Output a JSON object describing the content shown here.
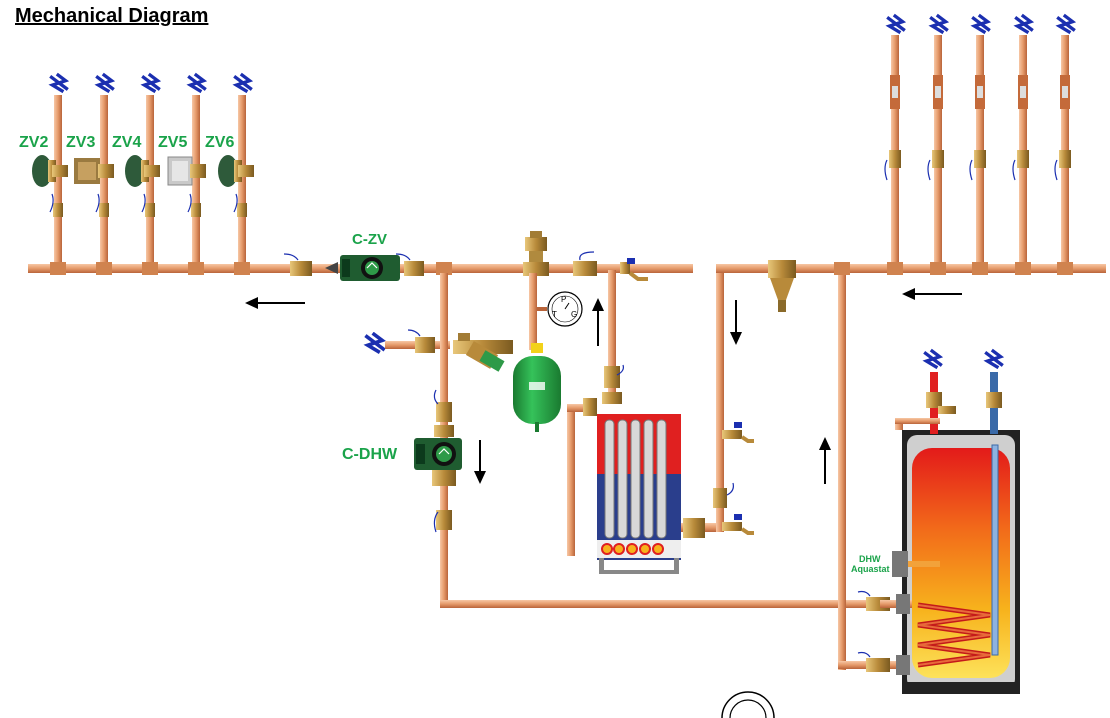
{
  "title": "Mechanical Diagram",
  "zone_valves": [
    "ZV2",
    "ZV3",
    "ZV4",
    "ZV5",
    "ZV6"
  ],
  "circulators": {
    "zone_valve": "C-ZV",
    "dhw": "C-DHW"
  },
  "aquastat": {
    "line1": "DHW",
    "line2": "Aquastat"
  },
  "gauge": {
    "p": "P",
    "t": "T",
    "g": "G"
  },
  "colors": {
    "pipe": "#e59a6a",
    "pipe_dark": "#b9643a",
    "label_green": "#1aa34a",
    "brass": "#c59a3a",
    "pump_green": "#2e9a48",
    "expansion_tank": "#23a34a",
    "boiler_red": "#e02020",
    "boiler_blue": "#2a3e8c"
  }
}
